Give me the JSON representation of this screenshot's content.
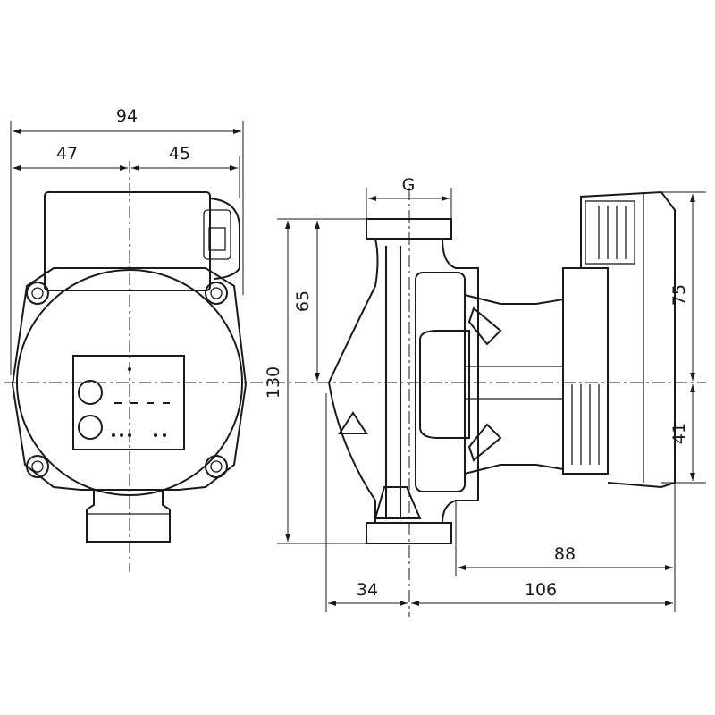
{
  "dimensions": {
    "front_total_width": "94",
    "front_left_half": "47",
    "front_right_half": "45",
    "connection_thread": "G",
    "height_to_axis": "65",
    "total_height": "130",
    "motor_upper_height": "75",
    "motor_lower_height": "41",
    "motor_depth": "88",
    "pipe_to_axis": "34",
    "axis_to_back": "106"
  }
}
